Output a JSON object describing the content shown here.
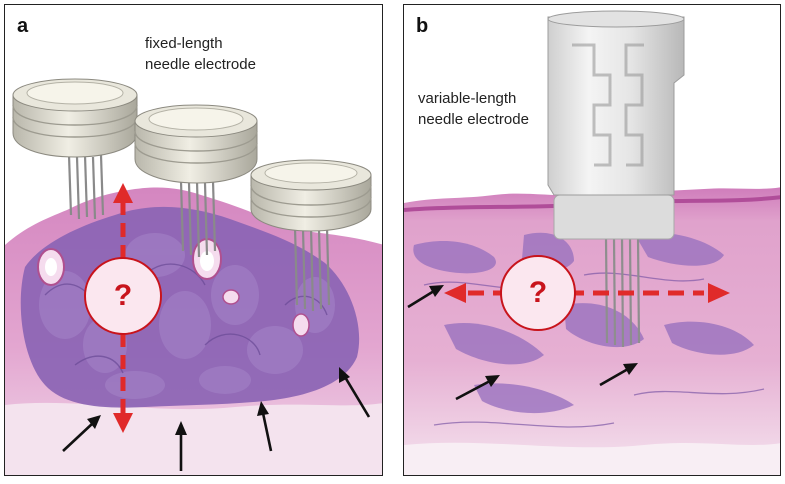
{
  "panels": {
    "a": {
      "letter": "a",
      "caption_line1": "fixed-length",
      "caption_line2": "needle electrode",
      "unknown_mark": "?"
    },
    "b": {
      "letter": "b",
      "caption_line1": "variable-length",
      "caption_line2": "needle electrode",
      "unknown_mark": "?"
    }
  },
  "colors": {
    "tissue_pink": "#e7a9cf",
    "tumor_purple": "#8b64b4",
    "arrow_red": "#e02a2a",
    "circle_red": "#c8141c"
  }
}
